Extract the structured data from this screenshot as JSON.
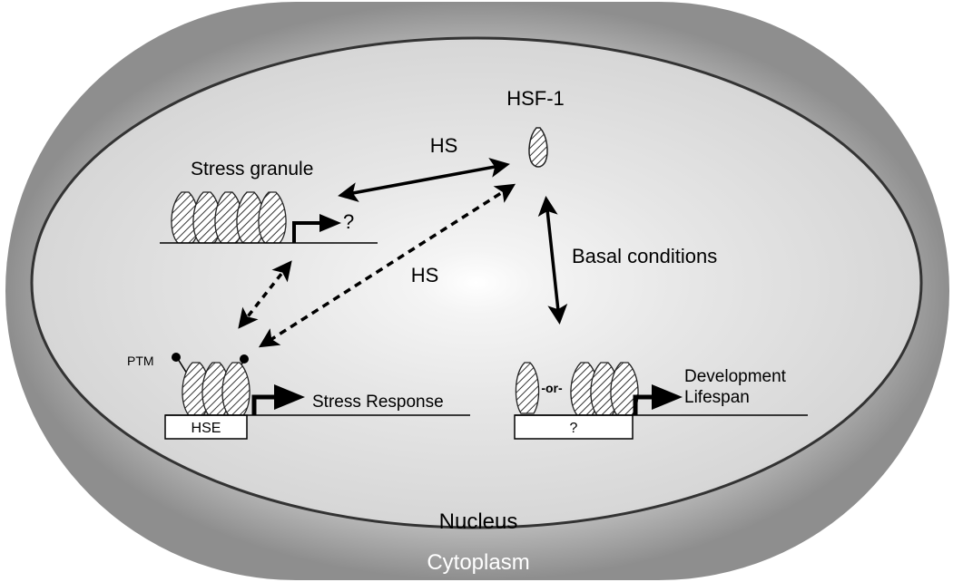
{
  "labels": {
    "hsf1": "HSF-1",
    "hs_top": "HS",
    "hs_diag": "HS",
    "stress_granule": "Stress granule",
    "granule_question": "?",
    "basal_conditions": "Basal conditions",
    "ptm": "PTM",
    "hse": "HSE",
    "stress_response": "Stress Response",
    "or_label": "-or-",
    "box_question": "?",
    "development": "Development",
    "lifespan": "Lifespan",
    "nucleus": "Nucleus",
    "cytoplasm": "Cytoplasm"
  },
  "colors": {
    "cytoplasm_outer": "#8e8e8e",
    "cytoplasm_inner": "#e6e6e6",
    "nucleus_center": "#ffffff",
    "nucleus_edge": "#cfcfcf",
    "outline": "#333333"
  }
}
